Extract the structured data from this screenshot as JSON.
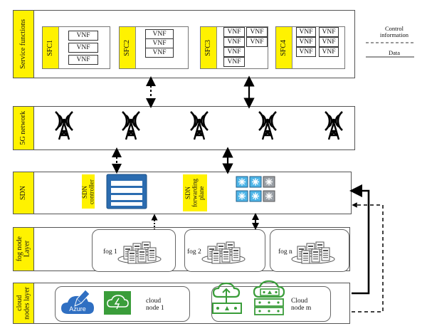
{
  "layers": {
    "service_functions": "Service functions",
    "network_5g": "5G network",
    "sdn": "SDN",
    "fog": "fog node\nLayer",
    "cloud": "cloud\nnodes layer"
  },
  "sfc": [
    "SFC1",
    "SFC2",
    "SFC3",
    "SFC4"
  ],
  "vnf_label": "VNF",
  "sdn_controller": "SDN\ncontroller",
  "sdn_forwarding": "SDN\nforwarding\nplane",
  "fog_nodes": [
    "fog 1",
    "fog 2",
    "fog n"
  ],
  "cloud_node_1": "cloud\nnode 1",
  "cloud_node_m": "Cloud\nnode m",
  "azure_label": "Azure",
  "legend": {
    "control": "Control\ninformation",
    "data": "Data"
  },
  "colors": {
    "layer_tab": "#fff200",
    "controller_blue": "#2b6cb0",
    "cloud_green": "#3a9d3a",
    "switch_cyan": "#4fb6e8"
  }
}
